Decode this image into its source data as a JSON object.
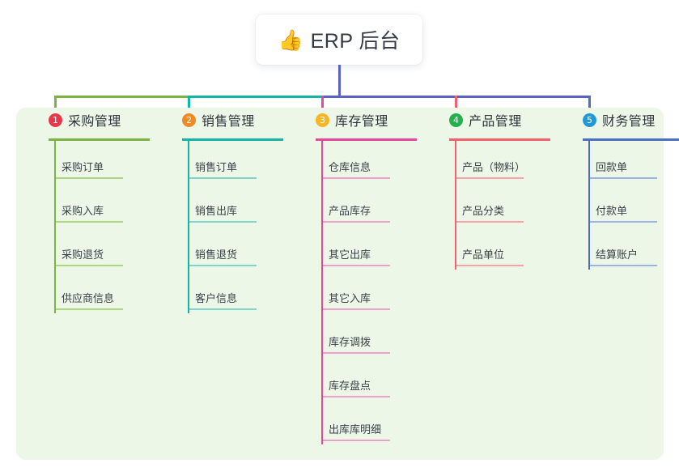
{
  "root": {
    "icon": "thumbs-up-icon",
    "icon_glyph": "👍",
    "title": "ERP 后台"
  },
  "theme": {
    "panel_bg": "#ecf7e7",
    "card_bg": "#ffffff",
    "text": "#2f353d",
    "root_stem": "#5a62c4"
  },
  "trunk": {
    "segments": [
      {
        "name": "trunk-segment-green",
        "color": "#7cb342"
      },
      {
        "name": "trunk-segment-teal",
        "color": "#13b5a5"
      },
      {
        "name": "trunk-segment-indigo",
        "color": "#5a62c4"
      }
    ]
  },
  "columns": [
    {
      "index": "1",
      "title": "采购管理",
      "badge_color": "#e8374a",
      "line_color": "#7cb342",
      "leaf_line_color": "#aed581",
      "stem_color": "#7cb342",
      "items": [
        "采购订单",
        "采购入库",
        "采购退货",
        "供应商信息"
      ]
    },
    {
      "index": "2",
      "title": "销售管理",
      "badge_color": "#f08a24",
      "line_color": "#13b5a5",
      "leaf_line_color": "#7fd4ca",
      "stem_color": "#13b5a5",
      "items": [
        "销售订单",
        "销售出库",
        "销售退货",
        "客户信息"
      ]
    },
    {
      "index": "3",
      "title": "库存管理",
      "badge_color": "#f5b723",
      "line_color": "#e5479a",
      "leaf_line_color": "#efa0c8",
      "stem_color": "#e5479a",
      "items": [
        "仓库信息",
        "产品库存",
        "其它出库",
        "其它入库",
        "库存调拨",
        "库存盘点",
        "出库库明细"
      ]
    },
    {
      "index": "4",
      "title": "产品管理",
      "badge_color": "#22b14c",
      "line_color": "#f4606c",
      "leaf_line_color": "#f8a3aa",
      "stem_color": "#f4606c",
      "items": [
        "产品（物料）",
        "产品分类",
        "产品单位"
      ]
    },
    {
      "index": "5",
      "title": "财务管理",
      "badge_color": "#1e9bd7",
      "line_color": "#4a6fc4",
      "leaf_line_color": "#9cb4e3",
      "stem_color": "#4a6fc4",
      "items": [
        "回款单",
        "付款单",
        "结算账户"
      ]
    }
  ]
}
